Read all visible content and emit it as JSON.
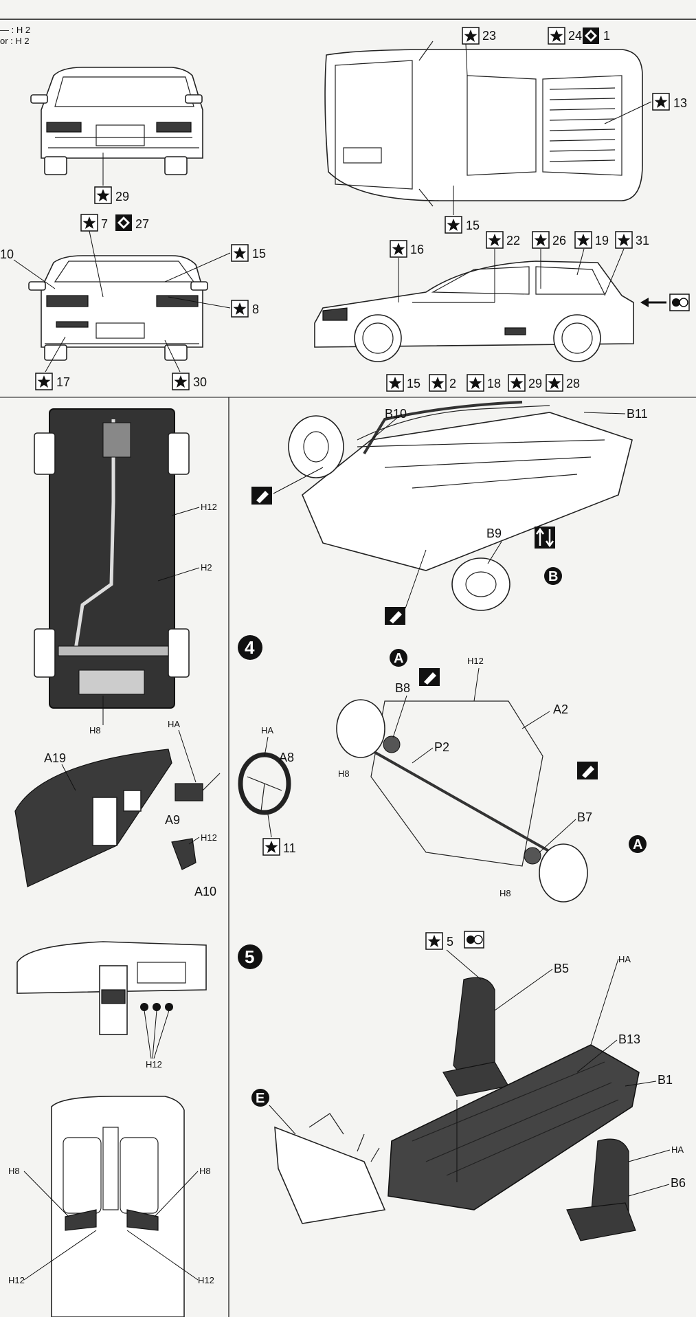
{
  "legend": {
    "line1": "— : H 2",
    "line2": "or : H 2"
  },
  "callouts": {
    "n24": "24",
    "n23": "23",
    "n1": "1",
    "n13": "13",
    "n29": "29",
    "n7": "7",
    "n27": "27",
    "n15": "15",
    "n10": "10",
    "n8": "8",
    "n17": "17",
    "n30": "30",
    "n16": "16",
    "n22": "22",
    "n26": "26",
    "n19": "19",
    "n31": "31",
    "n2": "2",
    "n18": "18",
    "n28": "28",
    "n11": "11",
    "n5": "5"
  },
  "parts": {
    "B10": "B10",
    "B11": "B11",
    "B9": "B9",
    "A19": "A19",
    "A9": "A9",
    "A10": "A10",
    "A8": "A8",
    "B8": "B8",
    "A2": "A2",
    "P2": "P2",
    "B7": "B7",
    "B5": "B5",
    "B13": "B13",
    "B1": "B1",
    "B6": "B6",
    "HA": "HA",
    "H12": "H12",
    "H2": "H2",
    "H8": "H8"
  },
  "steps": {
    "s4": "4",
    "s5": "5"
  },
  "markers": {
    "A": "A",
    "B": "B",
    "E": "E"
  },
  "colors": {
    "ink": "#111111",
    "paper": "#f4f4f2",
    "dark_part": "#3a3a3a"
  }
}
